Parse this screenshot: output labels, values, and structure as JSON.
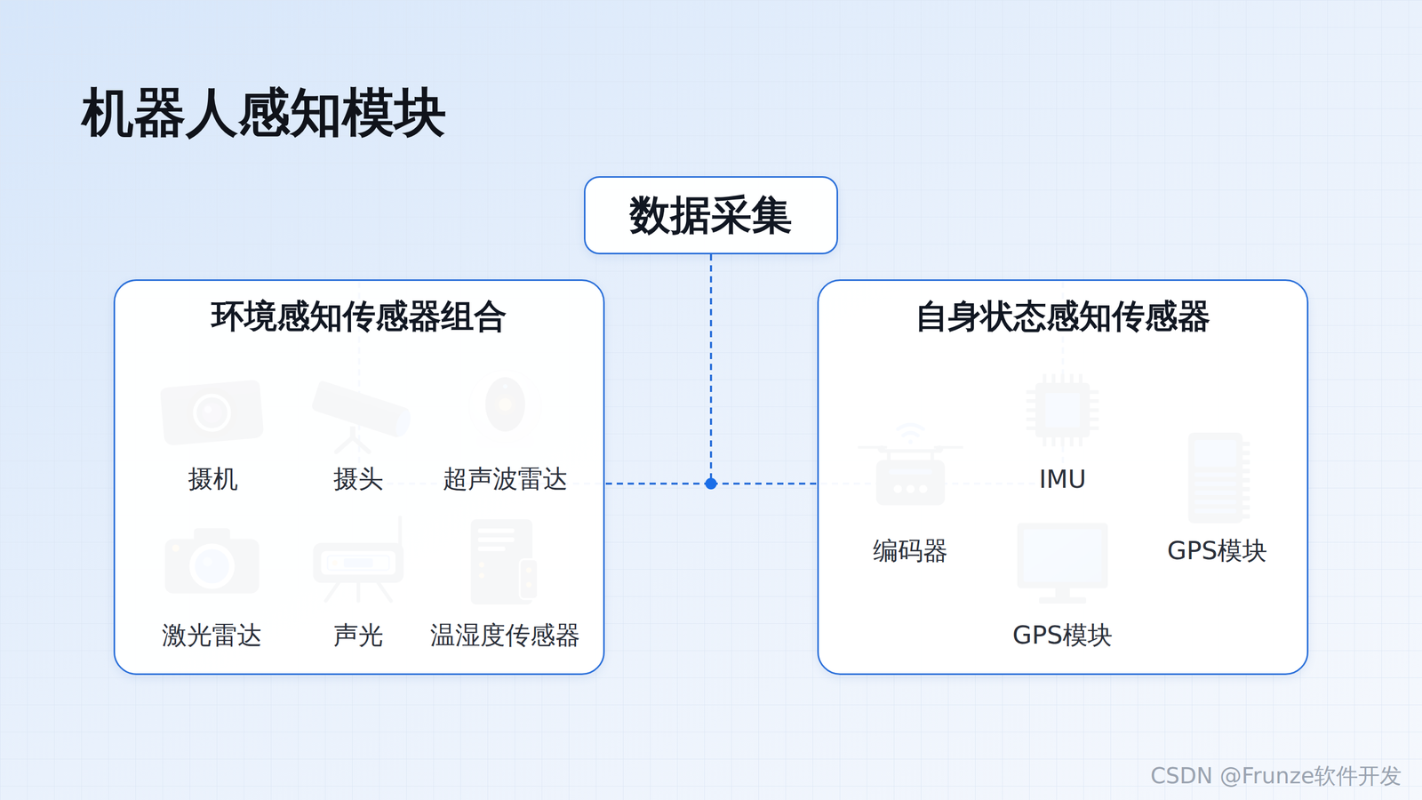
{
  "diagram": {
    "title": "机器人感知模块",
    "nodes": [
      {
        "text": [
          "数据采集"
        ]
      },
      {
        "text": [
          "环境感知传感器组合"
        ]
      },
      {
        "text": [
          "自身状态感知传感器"
        ]
      }
    ],
    "edges": [
      {
        "from": 0,
        "to": 1,
        "arrow": "none"
      },
      {
        "from": 0,
        "to": 2,
        "arrow": "none"
      }
    ],
    "labels": [
      "摄机",
      "摄头",
      "超声波雷达",
      "激光雷达",
      "声光",
      "温湿度传感器",
      "编码器",
      "IMU",
      "GPS模块",
      "GPS模块",
      "CSDN @Frunze软件开发"
    ]
  }
}
